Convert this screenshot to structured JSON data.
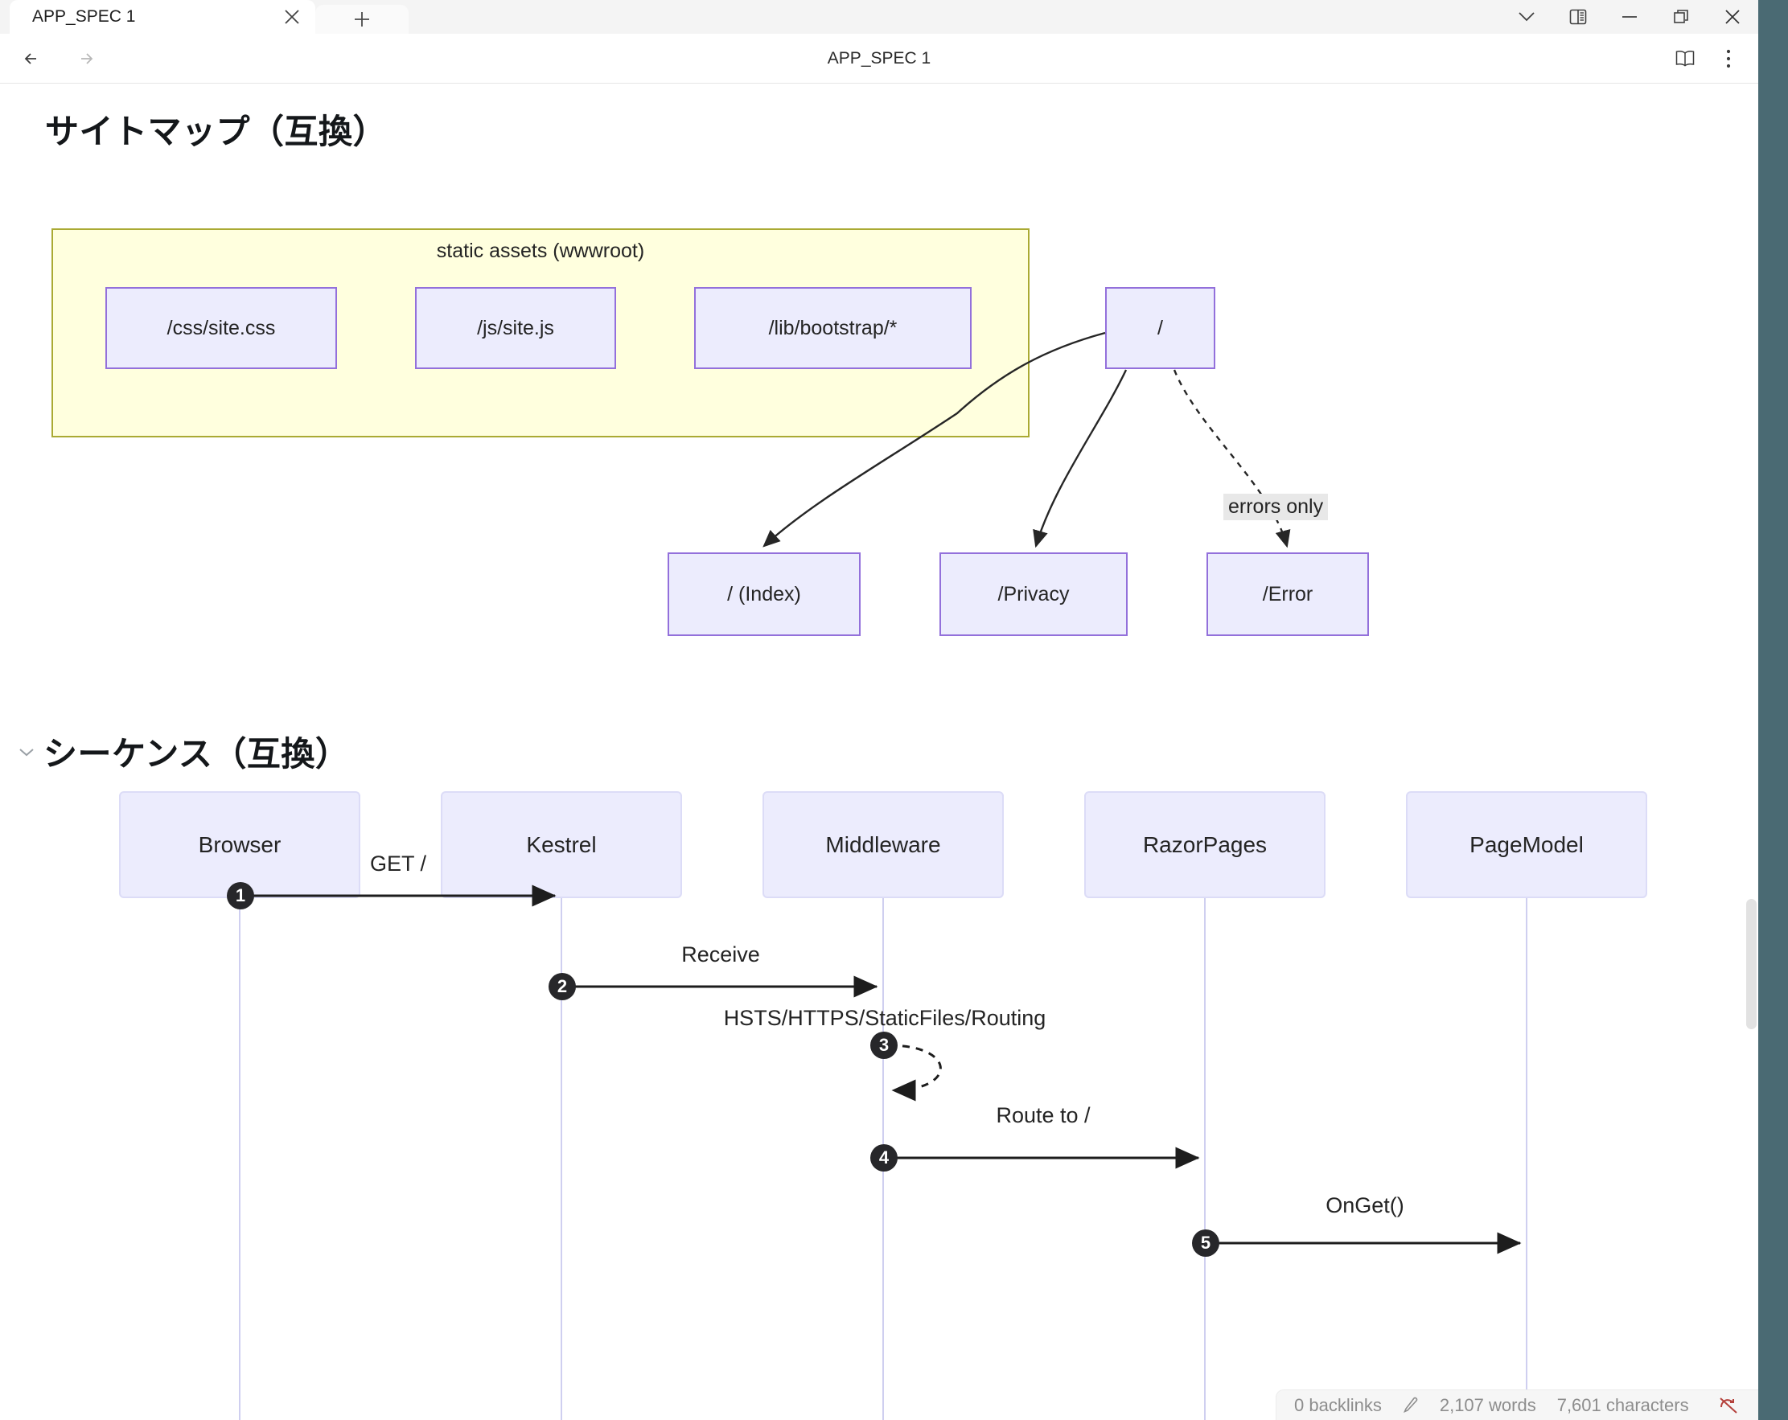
{
  "browser": {
    "tab": {
      "title": "APP_SPEC 1",
      "close_icon": "close-icon"
    },
    "new_tab_icon": "plus-icon",
    "window_controls": {
      "tab_search": "chevron-down-icon",
      "split_screen": "split-screen-icon",
      "minimize": "minimize-icon",
      "maximize": "maximize-icon",
      "close": "close-icon"
    },
    "toolbar": {
      "back": "back-arrow-icon",
      "forward": "forward-arrow-icon",
      "title": "APP_SPEC 1",
      "reading_mode": "book-icon",
      "more_menu": "three-dots-icon"
    }
  },
  "sections": [
    {
      "heading": "サイトマップ（互換）",
      "collapsible": false
    },
    {
      "heading": "シーケンス（互換）",
      "collapsible": true,
      "chevron": "chevron-down-icon"
    }
  ],
  "sitemap": {
    "subgraph_label": "static assets (wwwroot)",
    "static_nodes": [
      {
        "label": "/css/site.css"
      },
      {
        "label": "/js/site.js"
      },
      {
        "label": "/lib/bootstrap/*"
      }
    ],
    "root_node": {
      "label": "/"
    },
    "page_nodes": [
      {
        "label": "/ (Index)"
      },
      {
        "label": "/Privacy"
      },
      {
        "label": "/Error"
      }
    ],
    "edge_labels": [
      {
        "label": "errors only",
        "style": "dashed"
      }
    ],
    "colors": {
      "node_fill": "#ececfd",
      "node_stroke": "#9370db",
      "subgraph_fill": "#ffffde",
      "subgraph_stroke": "#aaaa33",
      "edge_label_bg": "#e8e8e8"
    }
  },
  "sequence": {
    "participants": [
      "Browser",
      "Kestrel",
      "Middleware",
      "RazorPages",
      "PageModel"
    ],
    "messages": [
      {
        "num": "1",
        "label": "GET /",
        "from": "Browser",
        "to": "Kestrel",
        "style": "solid"
      },
      {
        "num": "2",
        "label": "Receive",
        "from": "Kestrel",
        "to": "Middleware",
        "style": "solid"
      },
      {
        "num": "3",
        "label": "HSTS/HTTPS/StaticFiles/Routing",
        "from": "Middleware",
        "to": "Middleware",
        "style": "dashed"
      },
      {
        "num": "4",
        "label": "Route to /",
        "from": "Middleware",
        "to": "RazorPages",
        "style": "solid"
      },
      {
        "num": "5",
        "label": "OnGet()",
        "from": "RazorPages",
        "to": "PageModel",
        "style": "solid"
      }
    ],
    "colors": {
      "participant_fill": "#ececfd",
      "participant_stroke": "#dcdcf7",
      "lifeline": "#cfcff0",
      "badge_bg": "#27272a"
    }
  },
  "status": {
    "backlinks": "0 backlinks",
    "edit_icon": "pencil-icon",
    "word_count": "2,107 words",
    "char_count": "7,601 characters",
    "sync_icon": "sync-off-icon"
  },
  "theme": {
    "accent_strip": "#4a6a73"
  }
}
